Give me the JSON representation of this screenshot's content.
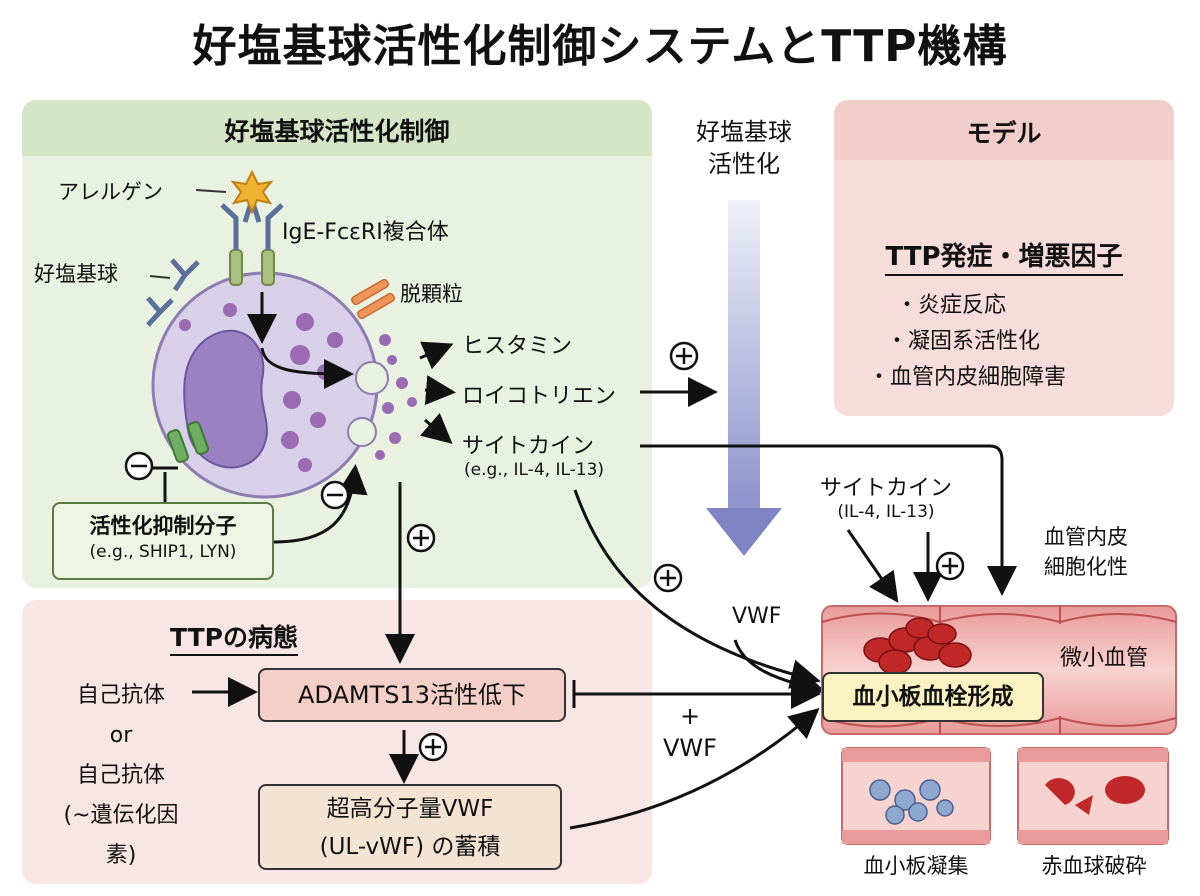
{
  "title": "好塩基球活性化制御システムとTTP機構",
  "activation_panel": {
    "title": "好塩基球活性化制御",
    "allergen": "アレルゲン",
    "ige_complex": "IgE-FcεRI複合体",
    "basophil": "好塩基球",
    "degranulation": "脱顆粒",
    "histamine": "ヒスタミン",
    "leukotriene": "ロイコトリエン",
    "cytokine": "サイトカイン",
    "cytokine_example": "(e.g., IL-4, IL-13)",
    "inhibitor_title": "活性化抑制分子",
    "inhibitor_example": "(e.g., SHIP1, LYN)",
    "minus": "⊖",
    "plus": "⊕"
  },
  "center_column": {
    "activation_line1": "好塩基球",
    "activation_line2": "活性化"
  },
  "model_panel": {
    "title": "モデル",
    "subtitle": "TTP発症・増悪因子",
    "factors": [
      "・炎症反応",
      "・凝固系活性化",
      "・血管内皮細胞障害"
    ]
  },
  "pathology_panel": {
    "title": "TTPの病態",
    "autoantibody1": "自己抗体",
    "or": "or",
    "autoantibody2": "自己抗体",
    "genetic": "(~遺伝化因素)",
    "adamts13": "ADAMTS13活性低下",
    "ulvwf_line1": "超高分子量VWF",
    "ulvwf_line2": "(UL-vWF) の蓄積"
  },
  "right_side": {
    "cytokine": "サイトカイン",
    "cytokine_example": "(IL-4, IL-13)",
    "endothelial_line1": "血管内皮",
    "endothelial_line2": "細胞化性",
    "vwf": "VWF",
    "microvessel": "微小血管",
    "thrombus": "血小板血栓形成",
    "plus_vwf_plus": "+",
    "plus_vwf_label": "VWF",
    "platelet_aggregation": "血小板凝集",
    "rbc_fragmentation": "赤血球破砕"
  },
  "colors": {
    "activation_bg": "#e9f1e1",
    "pathology_bg": "#f8e6e4",
    "model_bg": "#f6dcda",
    "cell": "#d8d0e8",
    "nucleus": "#9b80c2",
    "granule": "#9a6bb3",
    "thrombus_box": "#fbf2c2",
    "adamts_box": "#f4cfc8"
  }
}
